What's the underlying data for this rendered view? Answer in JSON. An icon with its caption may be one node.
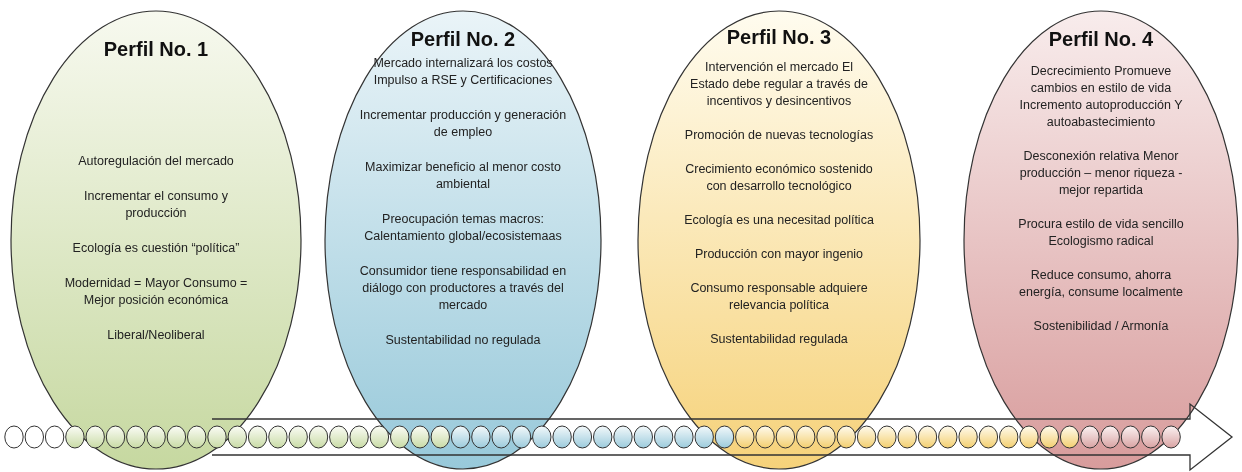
{
  "diagram": {
    "nodes": [
      {
        "text": [
          "Perfil No. 1",
          "Autoregulación del mercado",
          "Incrementar el consumo y producción",
          "Ecología es cuestión “política”",
          "Modernidad = Mayor Consumo = Mejor posición económica",
          "Liberal/Neoliberal"
        ]
      },
      {
        "text": [
          "Perfil No. 2",
          "Mercado internalizará los costos Impulso a RSE y Certificaciones",
          "Incrementar producción y generación de empleo",
          "Maximizar beneficio al menor costo ambiental",
          "Preocupación temas macros: Calentamiento global/ecosistemaas",
          "Consumidor tiene responsabilidad en diálogo con productores a través del mercado",
          "Sustentabilidad no regulada"
        ]
      },
      {
        "text": [
          "Perfil No. 3",
          "Intervención el mercado El Estado debe regular a través de incentivos y desincentivos",
          "Promoción de nuevas tecnologías",
          "Crecimiento económico sostenido con desarrollo tecnológico",
          "Ecología es una necesitad política",
          "Producción con mayor ingenio",
          "Consumo responsable adquiere relevancia política",
          "Sustentabilidad regulada"
        ]
      },
      {
        "text": [
          "Perfil No. 4",
          "Decrecimiento Promueve cambios en estilo de vida Incremento autoproducción Y autoabastecimiento",
          "Desconexión relativa Menor producción – menor riqueza - mejor repartida",
          "Procura estilo de vida sencillo Ecologismo radical",
          "Reduce consumo, ahorra energía, consume localmente",
          "Sostenibilidad / Armonía"
        ]
      }
    ]
  }
}
